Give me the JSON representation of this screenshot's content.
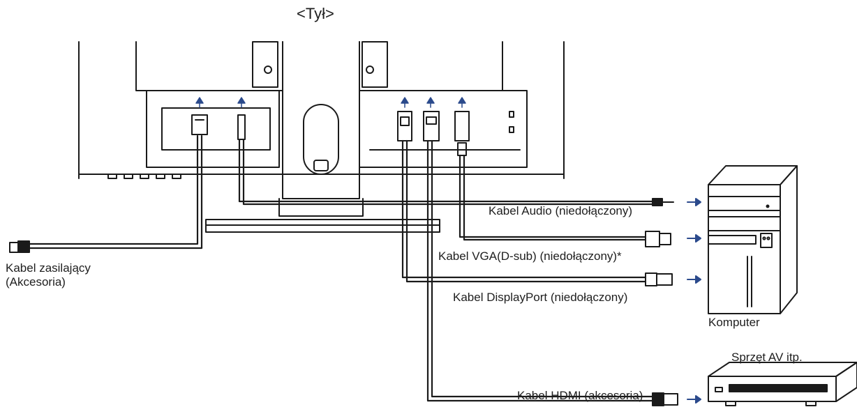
{
  "title": "<Tył>",
  "cables": {
    "audio": "Kabel Audio (niedołączony)",
    "vga": "Kabel VGA(D-sub) (niedołączony)*",
    "displayport": "Kabel DisplayPort (niedołączony)",
    "hdmi": "Kabel HDMI (akcesoria)",
    "power_line1": "Kabel zasilający",
    "power_line2": "(Akcesoria)"
  },
  "devices": {
    "computer": "Komputer",
    "av_equipment": "Sprzęt AV itp."
  },
  "colors": {
    "line": "#1a1a1a",
    "arrow": "#2b4a8c",
    "background": "#ffffff"
  }
}
